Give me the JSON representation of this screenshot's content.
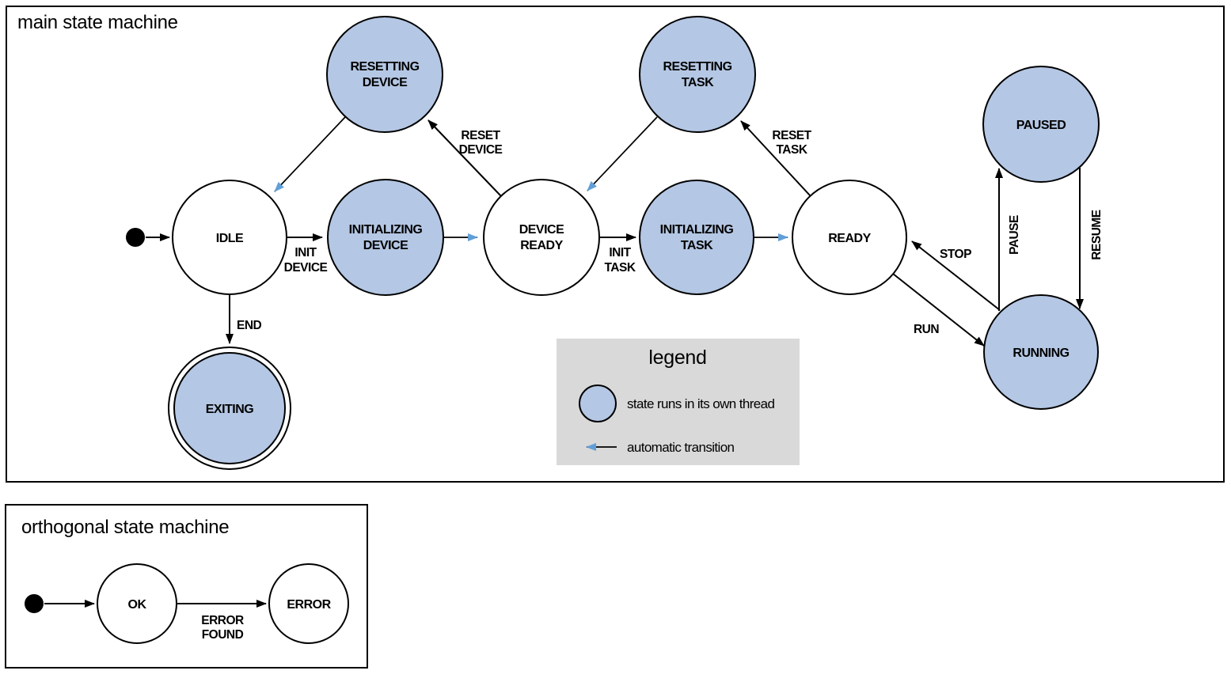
{
  "colors": {
    "state_thread_fill": "#b4c7e4",
    "state_plain_fill": "#ffffff",
    "auto_transition": "#619fd8",
    "manual_transition": "#000000",
    "legend_bg": "#d9d9d9"
  },
  "main": {
    "title": "main state machine",
    "states": {
      "resetting_device": {
        "line1": "RESETTING",
        "line2": "DEVICE"
      },
      "resetting_task": {
        "line1": "RESETTING",
        "line2": "TASK"
      },
      "paused": {
        "line1": "PAUSED"
      },
      "idle": {
        "line1": "IDLE"
      },
      "initializing_device": {
        "line1": "INITIALIZING",
        "line2": "DEVICE"
      },
      "device_ready": {
        "line1": "DEVICE",
        "line2": "READY"
      },
      "initializing_task": {
        "line1": "INITIALIZING",
        "line2": "TASK"
      },
      "ready": {
        "line1": "READY"
      },
      "running": {
        "line1": "RUNNING"
      },
      "exiting": {
        "line1": "EXITING"
      }
    },
    "transitions": {
      "init_device": {
        "line1": "INIT",
        "line2": "DEVICE"
      },
      "reset_device": {
        "line1": "RESET",
        "line2": "DEVICE"
      },
      "init_task": {
        "line1": "INIT",
        "line2": "TASK"
      },
      "reset_task": {
        "line1": "RESET",
        "line2": "TASK"
      },
      "run": {
        "label": "RUN"
      },
      "stop": {
        "label": "STOP"
      },
      "pause": {
        "label": "PAUSE"
      },
      "resume": {
        "label": "RESUME"
      },
      "end": {
        "label": "END"
      }
    }
  },
  "legend": {
    "title": "legend",
    "thread_item": "state runs in its own thread",
    "auto_item": "automatic transition"
  },
  "orthogonal": {
    "title": "orthogonal state machine",
    "states": {
      "ok": {
        "line1": "OK"
      },
      "error": {
        "line1": "ERROR"
      }
    },
    "transitions": {
      "error_found": {
        "line1": "ERROR",
        "line2": "FOUND"
      }
    }
  }
}
